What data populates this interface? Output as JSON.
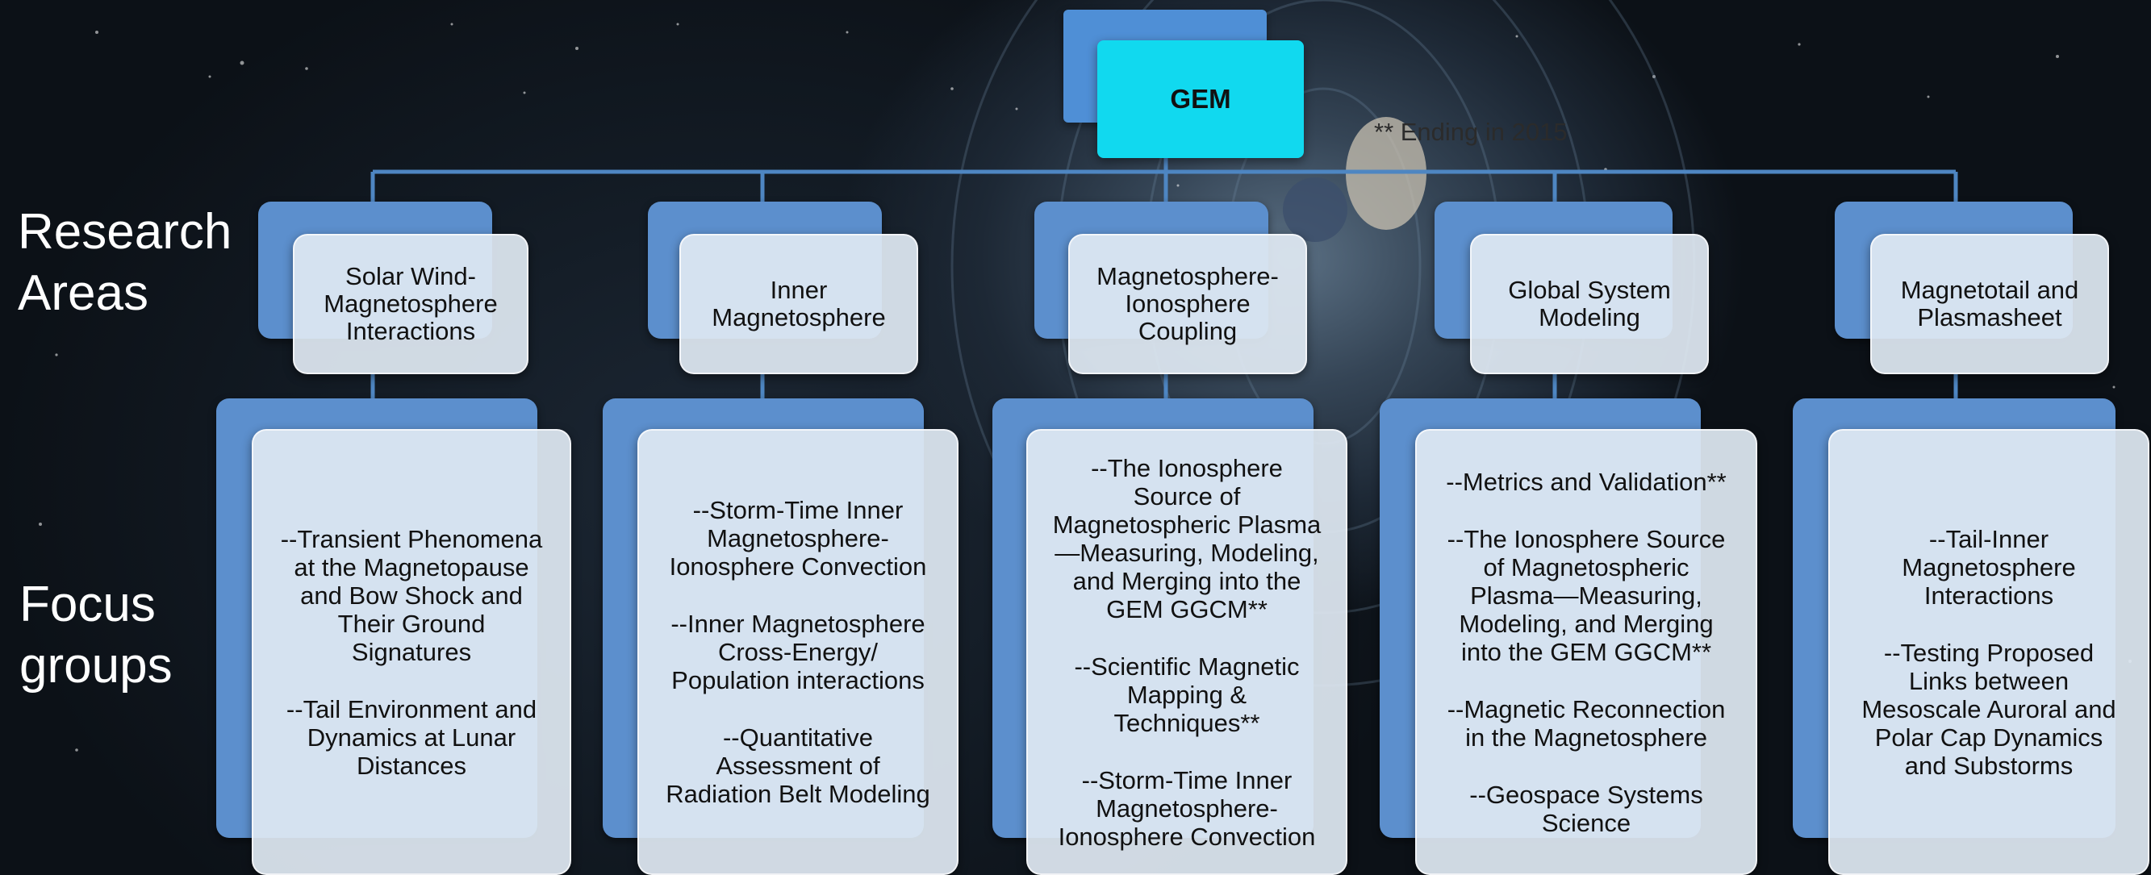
{
  "root": {
    "label": "GEM",
    "note": "** Ending in 2015"
  },
  "side_labels": {
    "research_areas": "Research\nAreas",
    "focus_groups": "Focus\ngroups"
  },
  "research_areas": [
    {
      "label": "Solar Wind-\nMagnetosphere\nInteractions",
      "focus_groups": [
        "--Transient Phenomena\nat the Magnetopause\nand Bow Shock and\nTheir Ground\nSignatures",
        "--Tail Environment and\nDynamics at Lunar\nDistances"
      ]
    },
    {
      "label": "Inner\nMagnetosphere",
      "focus_groups": [
        "--Storm-Time Inner\nMagnetosphere-\nIonosphere Convection",
        "--Inner Magnetosphere\nCross-Energy/\nPopulation interactions",
        "--Quantitative\nAssessment of\nRadiation Belt Modeling"
      ]
    },
    {
      "label": "Magnetosphere-\nIonosphere\nCoupling",
      "focus_groups": [
        "--The Ionosphere\nSource of\nMagnetospheric Plasma\n—Measuring, Modeling,\nand Merging into the\nGEM GGCM**",
        "--Scientific Magnetic\nMapping &\nTechniques**",
        "--Storm-Time Inner\nMagnetosphere-\nIonosphere Convection"
      ]
    },
    {
      "label": "Global System\nModeling",
      "focus_groups": [
        "--Metrics and Validation**",
        "--The Ionosphere Source\nof Magnetospheric\nPlasma—Measuring,\nModeling, and Merging\ninto the GEM GGCM**",
        "--Magnetic Reconnection\nin the Magnetosphere",
        "--Geospace Systems\nScience"
      ]
    },
    {
      "label": "Magnetotail and\nPlasmasheet",
      "focus_groups": [
        "--Tail-Inner\nMagnetosphere\nInteractions",
        "--Testing Proposed\nLinks between\nMesoscale Auroral and\nPolar Cap Dynamics\nand Substorms"
      ]
    }
  ],
  "colors": {
    "connector": "#4e86c2",
    "back_box": "#5c8fcd",
    "front_box": "#dfe8f2",
    "root": "#11d9ef"
  }
}
